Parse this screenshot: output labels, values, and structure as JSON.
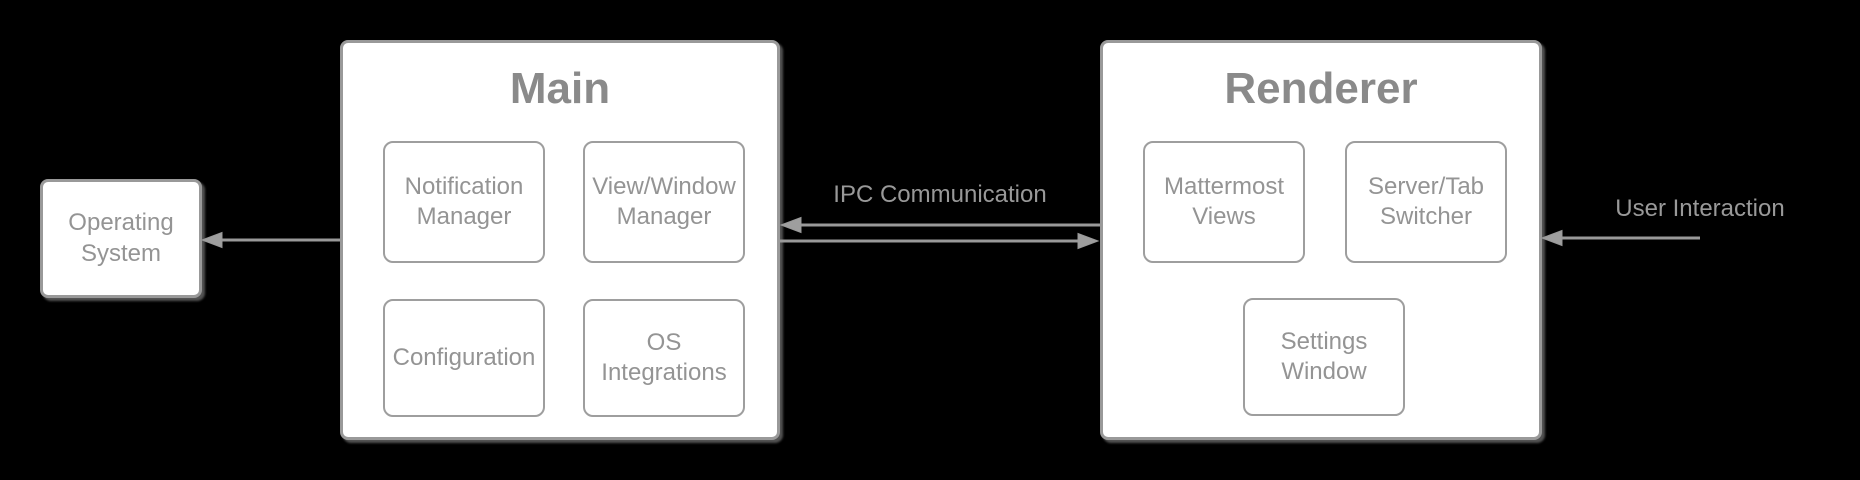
{
  "diagram": {
    "background_color": "#000000",
    "node_fill_color": "#ffffff",
    "border_color": "#999999",
    "title_text_color": "#8a8a8a",
    "node_text_color": "#949494",
    "edge_color": "#999999"
  },
  "nodes": {
    "operating_system": {
      "label": "Operating System"
    },
    "main": {
      "title": "Main",
      "children": [
        {
          "label": "Notification Manager"
        },
        {
          "label": "View/Window Manager"
        },
        {
          "label": "Configuration"
        },
        {
          "label": "OS Integrations"
        }
      ]
    },
    "renderer": {
      "title": "Renderer",
      "children": [
        {
          "label": "Mattermost Views"
        },
        {
          "label": "Server/Tab Switcher"
        },
        {
          "label": "Settings Window"
        }
      ]
    }
  },
  "edges": {
    "ipc": {
      "label": "IPC Communication"
    },
    "user_interaction": {
      "label": "User Interaction"
    },
    "main_to_os": {
      "label": ""
    }
  }
}
